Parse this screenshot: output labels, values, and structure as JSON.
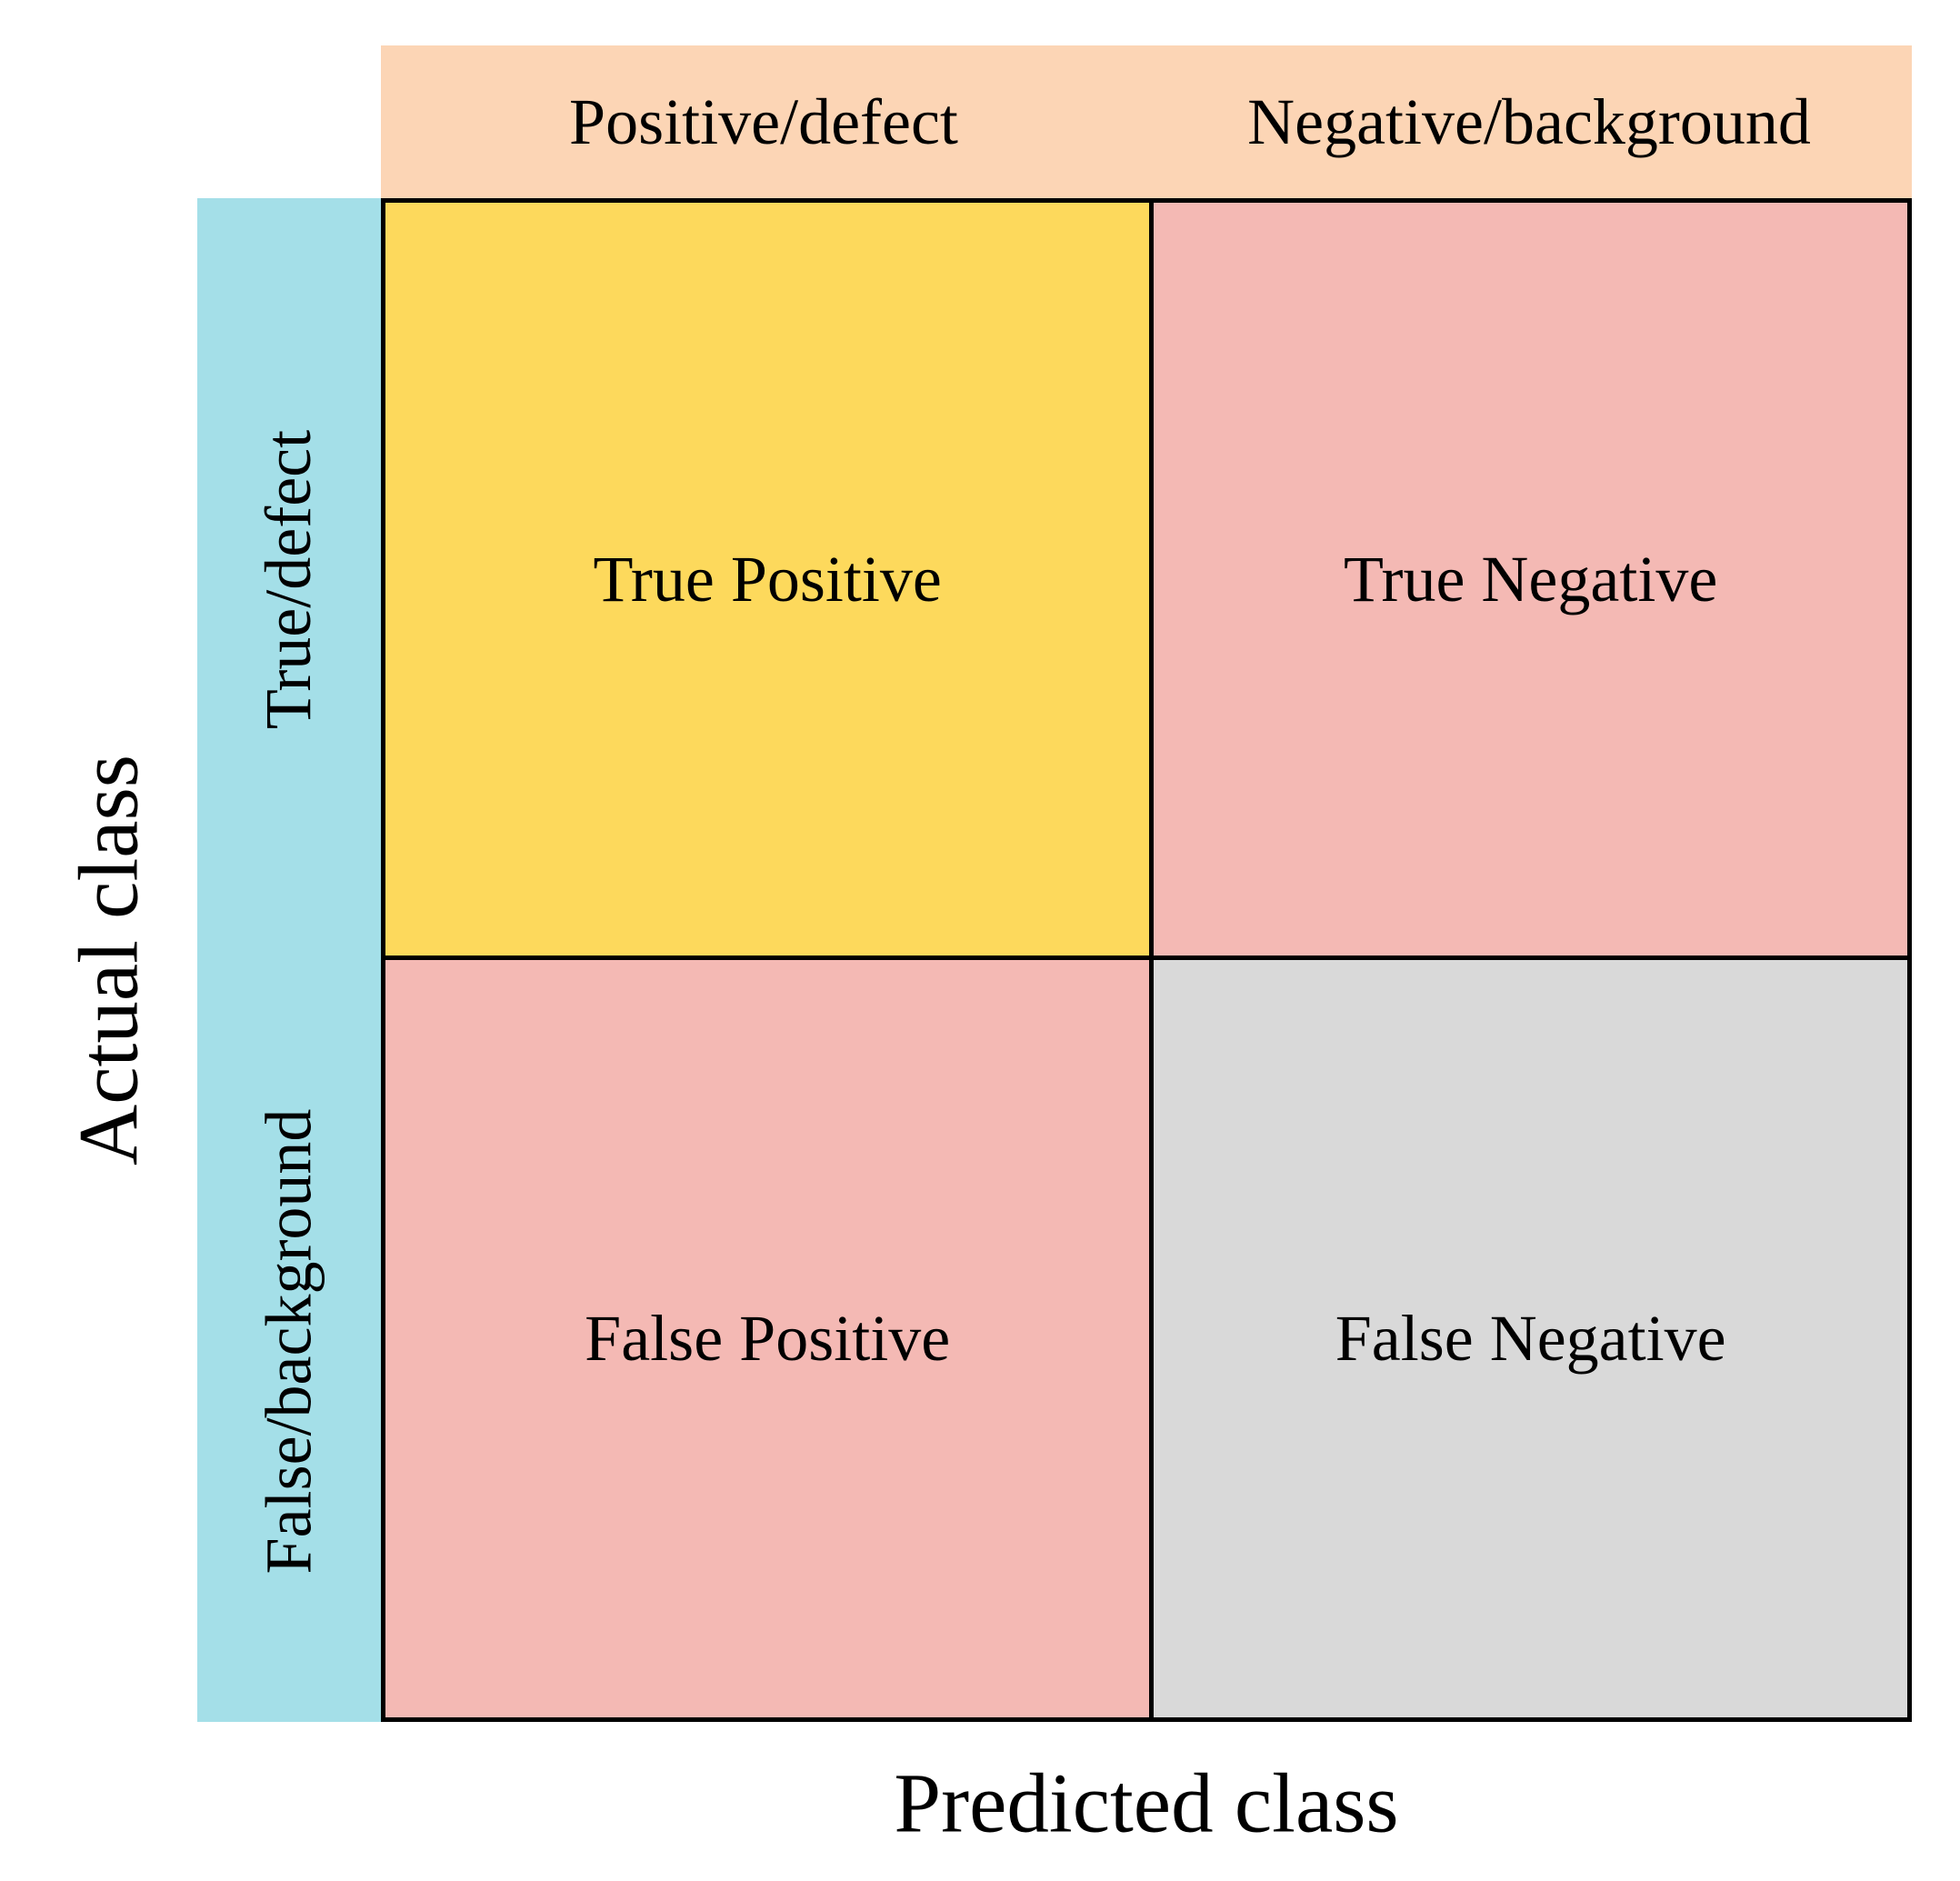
{
  "colors": {
    "background": "#FFFFFF",
    "header_bg": "#FCD5B5",
    "sidebar_bg": "#A4DFE8",
    "cell_true_positive_bg": "#FDD95C",
    "cell_true_negative_bg": "#F4B9B4",
    "cell_false_positive_bg": "#F4B9B4",
    "cell_false_negative_bg": "#D9D9D9",
    "grid_border": "#000000",
    "text": "#000000"
  },
  "axes": {
    "x_label": "Predicted class",
    "y_label": "Actual class"
  },
  "predicted": {
    "col1": "Positive/defect",
    "col2": "Negative/background"
  },
  "actual": {
    "row1": "True/defect",
    "row2": "False/background"
  },
  "cells": {
    "top_left": "True Positive",
    "top_right": "True Negative",
    "bottom_left": "False Positive",
    "bottom_right": "False Negative"
  }
}
